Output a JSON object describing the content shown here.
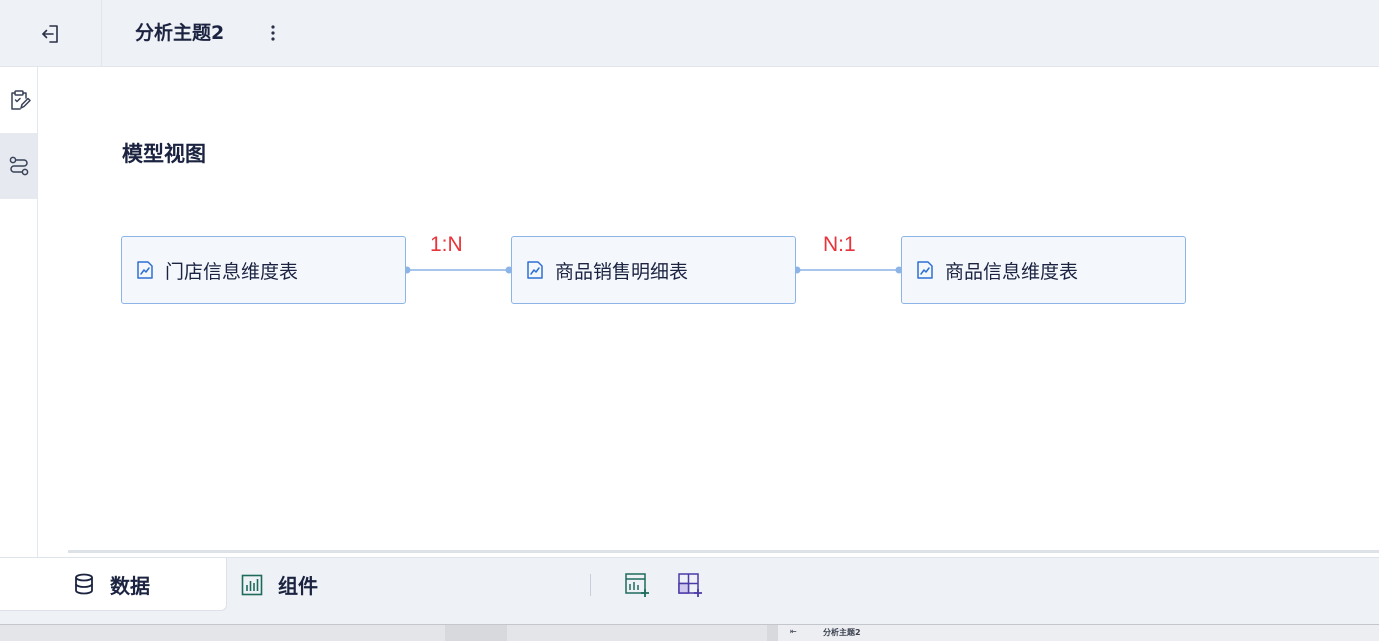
{
  "header": {
    "title": "分析主题2",
    "back_icon": "exit-icon",
    "more_icon": "more-vertical-icon"
  },
  "rail": {
    "items": [
      {
        "icon": "clipboard-edit-icon",
        "active": false
      },
      {
        "icon": "model-relation-icon",
        "active": true
      }
    ]
  },
  "main": {
    "section_title": "模型视图",
    "nodes": [
      {
        "label": "门店信息维度表",
        "icon": "table-chart-icon"
      },
      {
        "label": "商品销售明细表",
        "icon": "table-chart-icon"
      },
      {
        "label": "商品信息维度表",
        "icon": "table-chart-icon"
      }
    ],
    "relations": [
      {
        "label": "1:N"
      },
      {
        "label": "N:1"
      }
    ]
  },
  "bottom": {
    "tabs": [
      {
        "label": "数据",
        "icon": "database-icon",
        "active": true
      },
      {
        "label": "组件",
        "icon": "bar-chart-icon",
        "active": false
      }
    ],
    "tools": [
      {
        "icon": "add-table-icon"
      },
      {
        "icon": "add-grid-icon"
      }
    ]
  },
  "background_window": {
    "title": "分析主题2"
  },
  "colors": {
    "accent": "#2f6fd1",
    "relation_label": "#e8343c",
    "node_border": "#8cb4e6",
    "node_fill": "#f4f8fd"
  }
}
